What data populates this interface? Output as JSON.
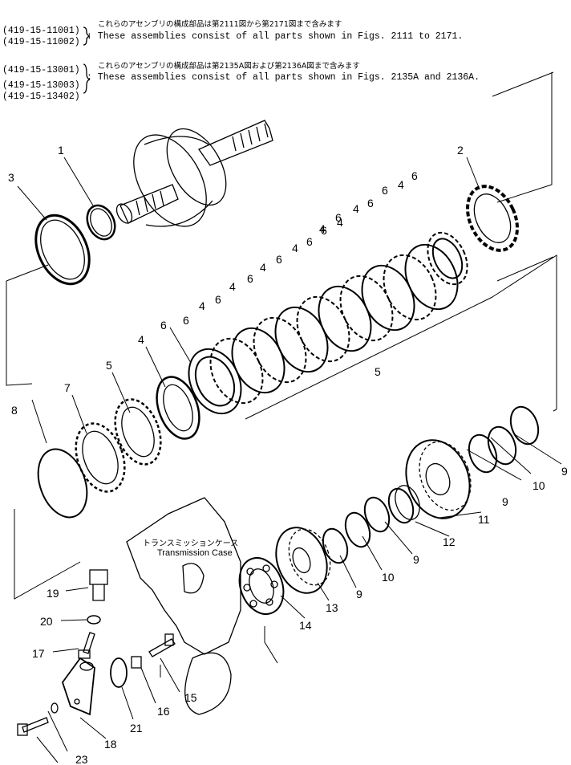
{
  "notes": [
    {
      "codes": [
        "(419-15-11001)",
        "(419-15-11002)"
      ],
      "japanese": "これらのアセンブリの構成部品は第2111図から第2171図まで含みます",
      "english": ": These assemblies consist of all parts shown in Figs. 2111 to 2171."
    },
    {
      "codes": [
        "(419-15-13001)",
        "(419-15-13003)",
        "(419-15-13402)"
      ],
      "japanese": "これらのアセンブリの構成部品は第2135A図および第2136A図まで含みます",
      "english": ": These assemblies consist of all parts shown in Figs. 2135A and 2136A."
    }
  ],
  "transmission_case": {
    "japanese": "トランスミッションケース",
    "english": "Transmission Case"
  },
  "callouts": {
    "c1": "1",
    "c2": "2",
    "c3": "3",
    "c4": "4",
    "c5": "5",
    "c6": "6",
    "c7": "7",
    "c8": "8",
    "c9": "9",
    "c10": "10",
    "c11": "11",
    "c12": "12",
    "c13": "13",
    "c14": "14",
    "c15": "15",
    "c16": "16",
    "c17": "17",
    "c18": "18",
    "c19": "19",
    "c20": "20",
    "c21": "21",
    "c23": "23"
  }
}
